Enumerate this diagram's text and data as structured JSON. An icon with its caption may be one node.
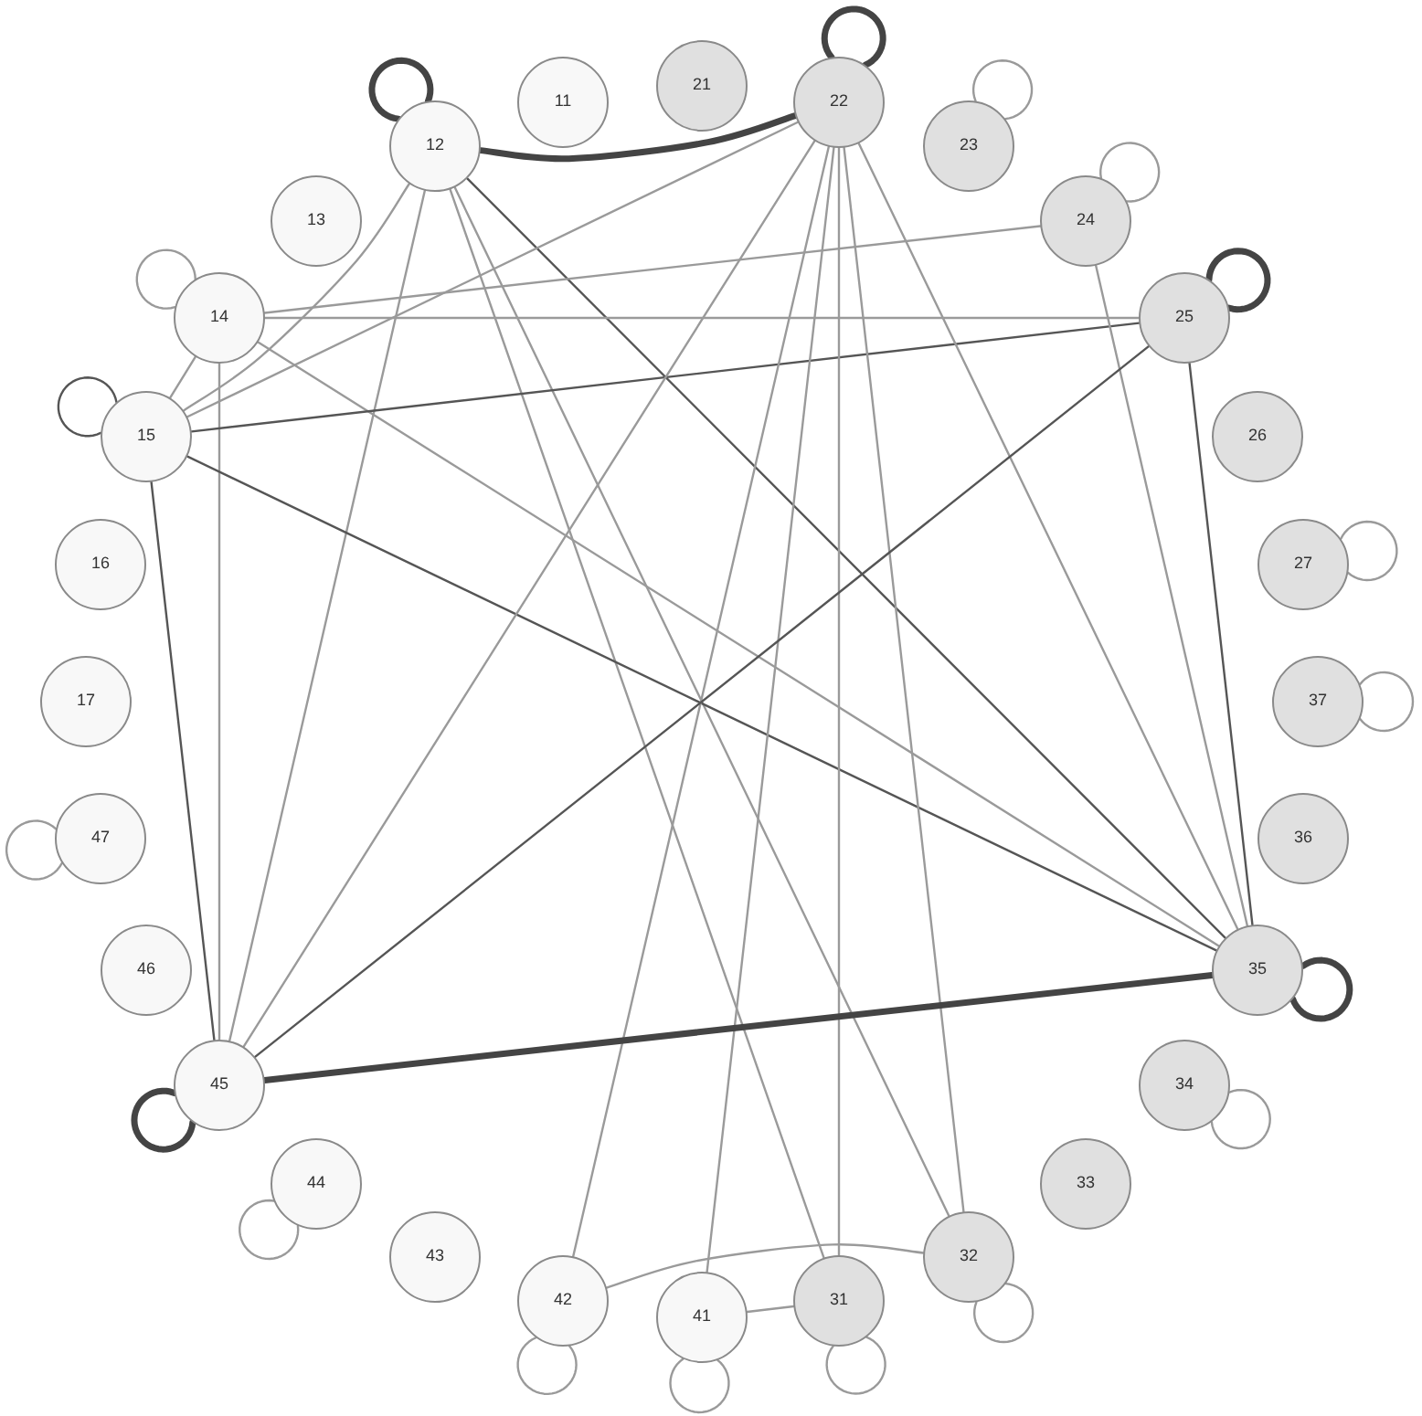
{
  "diagram": {
    "nodes": [
      {
        "text": [
          "11"
        ]
      },
      {
        "text": [
          "12"
        ]
      },
      {
        "text": [
          "13"
        ]
      },
      {
        "text": [
          "14"
        ]
      },
      {
        "text": [
          "15"
        ]
      },
      {
        "text": [
          "16"
        ]
      },
      {
        "text": [
          "17"
        ]
      },
      {
        "text": [
          "21"
        ]
      },
      {
        "text": [
          "22"
        ]
      },
      {
        "text": [
          "23"
        ]
      },
      {
        "text": [
          "24"
        ]
      },
      {
        "text": [
          "25"
        ]
      },
      {
        "text": [
          "26"
        ]
      },
      {
        "text": [
          "27"
        ]
      },
      {
        "text": [
          "31"
        ]
      },
      {
        "text": [
          "32"
        ]
      },
      {
        "text": [
          "33"
        ]
      },
      {
        "text": [
          "34"
        ]
      },
      {
        "text": [
          "35"
        ]
      },
      {
        "text": [
          "36"
        ]
      },
      {
        "text": [
          "37"
        ]
      },
      {
        "text": [
          "41"
        ]
      },
      {
        "text": [
          "42"
        ]
      },
      {
        "text": [
          "43"
        ]
      },
      {
        "text": [
          "44"
        ]
      },
      {
        "text": [
          "45"
        ]
      },
      {
        "text": [
          "46"
        ]
      },
      {
        "text": [
          "47"
        ]
      }
    ],
    "edges": [
      {
        "from": 1,
        "to": 8,
        "arrow": "none",
        "style": "thick",
        "color": "#444444"
      },
      {
        "from": 1,
        "to": 18,
        "arrow": "none",
        "color": "#555555"
      },
      {
        "from": 1,
        "to": 14,
        "arrow": "none"
      },
      {
        "from": 1,
        "to": 15,
        "arrow": "none"
      },
      {
        "from": 1,
        "to": 25,
        "arrow": "none"
      },
      {
        "from": 3,
        "to": 10,
        "arrow": "none"
      },
      {
        "from": 3,
        "to": 11,
        "arrow": "none"
      },
      {
        "from": 3,
        "to": 18,
        "arrow": "none"
      },
      {
        "from": 3,
        "to": 25,
        "arrow": "none"
      },
      {
        "from": 4,
        "to": 3,
        "arrow": "none"
      },
      {
        "from": 4,
        "to": 1,
        "arrow": "none"
      },
      {
        "from": 4,
        "to": 8,
        "arrow": "none"
      },
      {
        "from": 4,
        "to": 11,
        "arrow": "none",
        "color": "#555555"
      },
      {
        "from": 4,
        "to": 18,
        "arrow": "none",
        "color": "#555555"
      },
      {
        "from": 4,
        "to": 25,
        "arrow": "none",
        "color": "#555555"
      },
      {
        "from": 8,
        "to": 25,
        "arrow": "none"
      },
      {
        "from": 8,
        "to": 22,
        "arrow": "none"
      },
      {
        "from": 8,
        "to": 21,
        "arrow": "none"
      },
      {
        "from": 8,
        "to": 14,
        "arrow": "none"
      },
      {
        "from": 8,
        "to": 15,
        "arrow": "none"
      },
      {
        "from": 8,
        "to": 18,
        "arrow": "none"
      },
      {
        "from": 10,
        "to": 18,
        "arrow": "none"
      },
      {
        "from": 11,
        "to": 25,
        "arrow": "none",
        "color": "#555555"
      },
      {
        "from": 11,
        "to": 18,
        "arrow": "none",
        "color": "#555555"
      },
      {
        "from": 18,
        "to": 25,
        "arrow": "none",
        "style": "thick",
        "color": "#444444"
      },
      {
        "from": 22,
        "to": 15,
        "arrow": "none"
      },
      {
        "from": 21,
        "to": 14,
        "arrow": "none"
      },
      {
        "from": 1,
        "to": 1,
        "arrow": "none",
        "style": "thick",
        "color": "#444444"
      },
      {
        "from": 3,
        "to": 3,
        "arrow": "none"
      },
      {
        "from": 4,
        "to": 4,
        "arrow": "none",
        "color": "#555555"
      },
      {
        "from": 8,
        "to": 8,
        "arrow": "none",
        "style": "thick",
        "color": "#444444"
      },
      {
        "from": 9,
        "to": 9,
        "arrow": "none"
      },
      {
        "from": 10,
        "to": 10,
        "arrow": "none"
      },
      {
        "from": 11,
        "to": 11,
        "arrow": "none",
        "style": "thick",
        "color": "#444444"
      },
      {
        "from": 13,
        "to": 13,
        "arrow": "none"
      },
      {
        "from": 14,
        "to": 14,
        "arrow": "none"
      },
      {
        "from": 15,
        "to": 15,
        "arrow": "none"
      },
      {
        "from": 17,
        "to": 17,
        "arrow": "none"
      },
      {
        "from": 18,
        "to": 18,
        "arrow": "none",
        "style": "thick",
        "color": "#444444"
      },
      {
        "from": 20,
        "to": 20,
        "arrow": "none"
      },
      {
        "from": 21,
        "to": 21,
        "arrow": "none"
      },
      {
        "from": 22,
        "to": 22,
        "arrow": "none"
      },
      {
        "from": 24,
        "to": 24,
        "arrow": "none"
      },
      {
        "from": 25,
        "to": 25,
        "arrow": "none",
        "style": "thick",
        "color": "#444444"
      },
      {
        "from": 27,
        "to": 27,
        "arrow": "none"
      }
    ]
  }
}
